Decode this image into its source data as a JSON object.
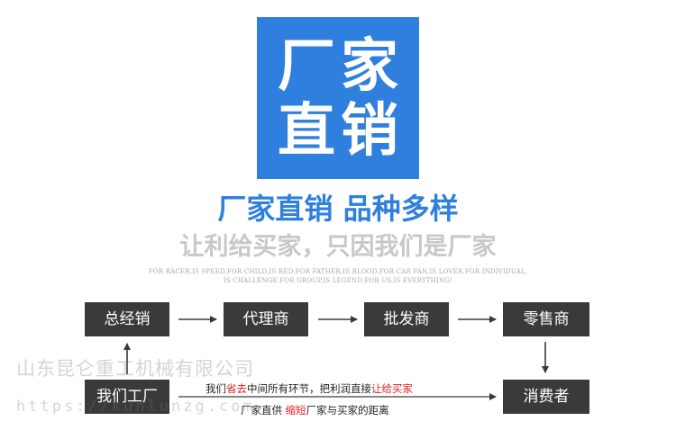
{
  "logo": {
    "chars": [
      "厂",
      "家",
      "直",
      "销"
    ]
  },
  "headline": "厂家直销 品种多样",
  "subheadline": "让利给买家，只因我们是厂家",
  "english_line1": "FOR RACER,IS SPEED.FOR CHILD,IS RED.FOR FATHER,IS BLOOD.FOR CAR FAN,IS LOVER.FOR INDIVIDUAL,",
  "english_line2": "IS CHALLENGE.FOR GROUP,IS LEGEND.FOR US,IS EVERYTHING!",
  "nodes": {
    "general_distributor": "总经销",
    "agent": "代理商",
    "wholesaler": "批发商",
    "retailer": "零售商",
    "our_factory": "我们工厂",
    "consumer": "消费者"
  },
  "note1": {
    "a": "我们",
    "b": "省去",
    "c": "中间所有环节，把利润直接",
    "d": "让给买家"
  },
  "note2": {
    "a": "厂家直供 ",
    "b": "缩短",
    "c": "厂家与买家的距离"
  },
  "watermark": {
    "company": "山东昆仑重工机械有限公司",
    "url": "https://kunlunzg.com"
  },
  "colors": {
    "brand_blue": "#2f7fde",
    "box_dark": "#3a3a3a",
    "highlight_red": "#e02020"
  }
}
